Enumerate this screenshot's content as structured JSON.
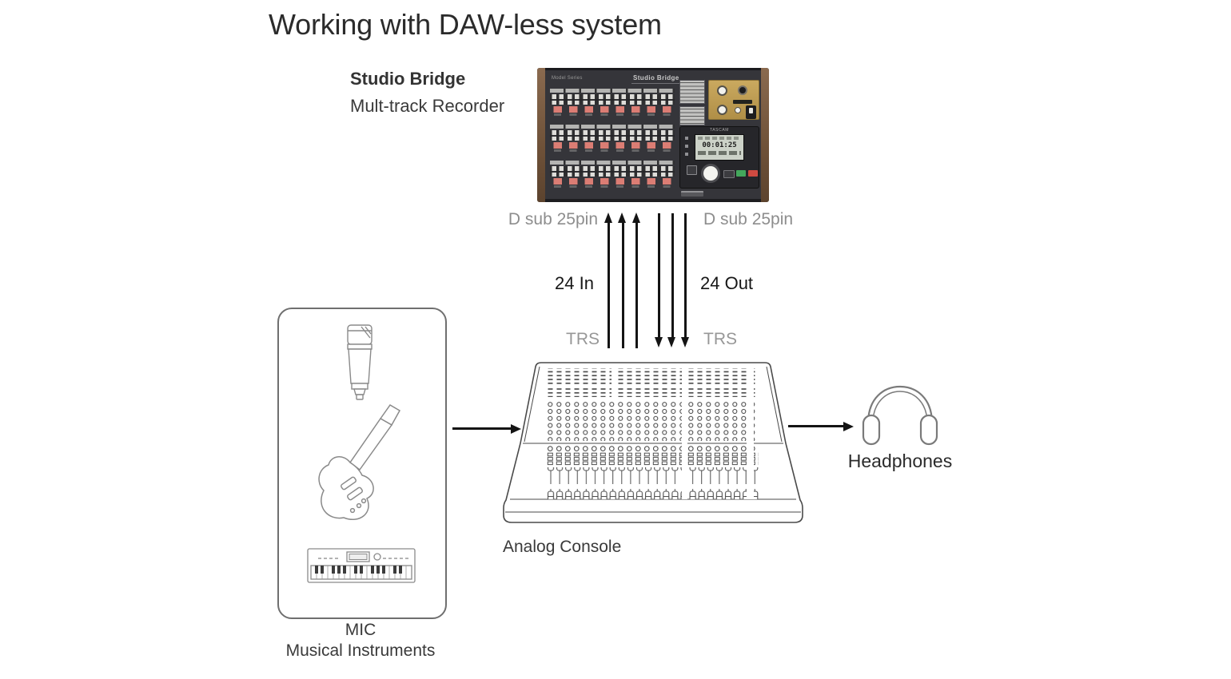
{
  "title": "Working with DAW-less system",
  "recorder": {
    "name_bold": "Studio Bridge",
    "name_sub": "Mult-track Recorder",
    "panel": {
      "series_label": "Model Series",
      "brand_label": "Studio Bridge",
      "lcd_brand": "TASCAM",
      "lcd_counter": "00:01:25"
    }
  },
  "connections": {
    "dsub_left_label": "D sub 25pin",
    "dsub_right_label": "D sub 25pin",
    "in_count_label": "24 In",
    "out_count_label": "24 Out",
    "trs_left_label": "TRS",
    "trs_right_label": "TRS"
  },
  "console_label": "Analog Console",
  "sources": {
    "mic_label": "MIC",
    "instruments_label": "Musical Instruments"
  },
  "headphones_label": "Headphones",
  "colors": {
    "background": "#ffffff",
    "text_dark": "#2b2b2b",
    "text_gray": "#8d8d8d",
    "line_art": "#8a8a8a",
    "console_line": "#4a4a4a",
    "recorder_panel": "#35353a",
    "recorder_wood": "#7b5c42",
    "recorder_gold": "#c2a35e",
    "record_button_red": "#db7d74",
    "transport_green": "#43a85c",
    "transport_red": "#cf4a41",
    "arrow_black": "#141414"
  }
}
